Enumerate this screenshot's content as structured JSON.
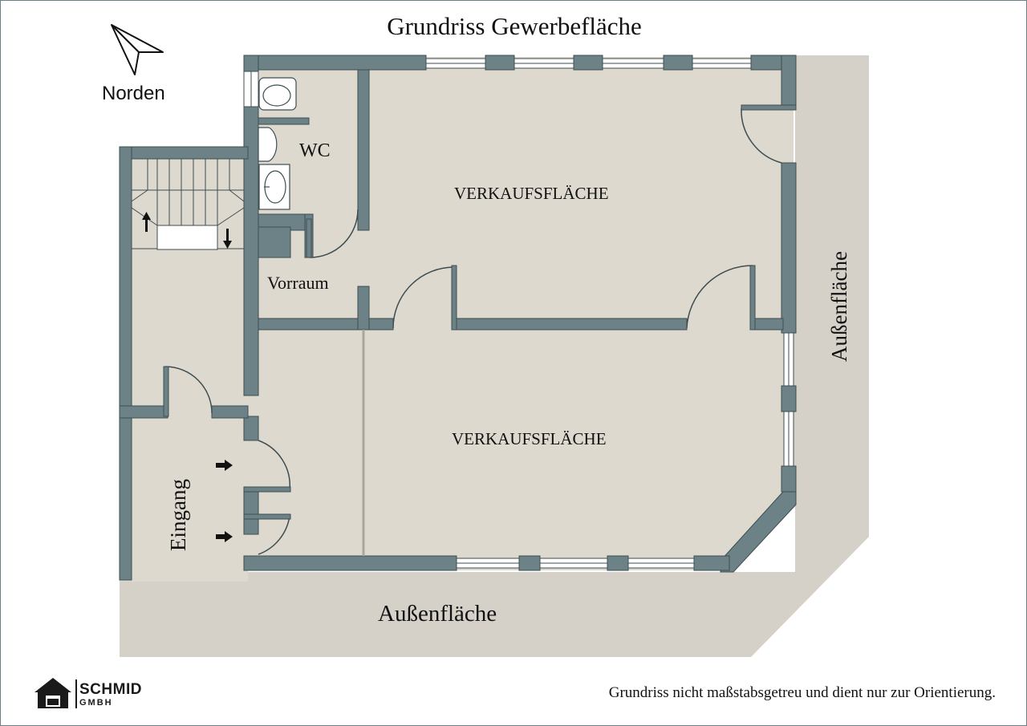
{
  "title": "Grundriss Gewerbefläche",
  "compass": {
    "label": "Norden",
    "icon": "north-arrow-icon"
  },
  "rooms": {
    "wc": "WC",
    "vorraum": "Vorraum",
    "sales_upper": "VERKAUFSFLÄCHE",
    "sales_lower": "VERKAUFSFLÄCHE",
    "entrance": "Eingang",
    "outdoor_bottom": "Außenfläche",
    "outdoor_right": "Außenfläche"
  },
  "disclaimer": "Grundriss nicht maßstabsgetreu und dient nur zur Orientierung.",
  "logo": {
    "name": "SCHMID",
    "sub": "GMBH",
    "icon": "house-logo-icon"
  },
  "colors": {
    "wall": "#6c8287",
    "floor": "#ddd9cf",
    "outdoor": "#d5d1c9",
    "background": "#ffffff"
  }
}
